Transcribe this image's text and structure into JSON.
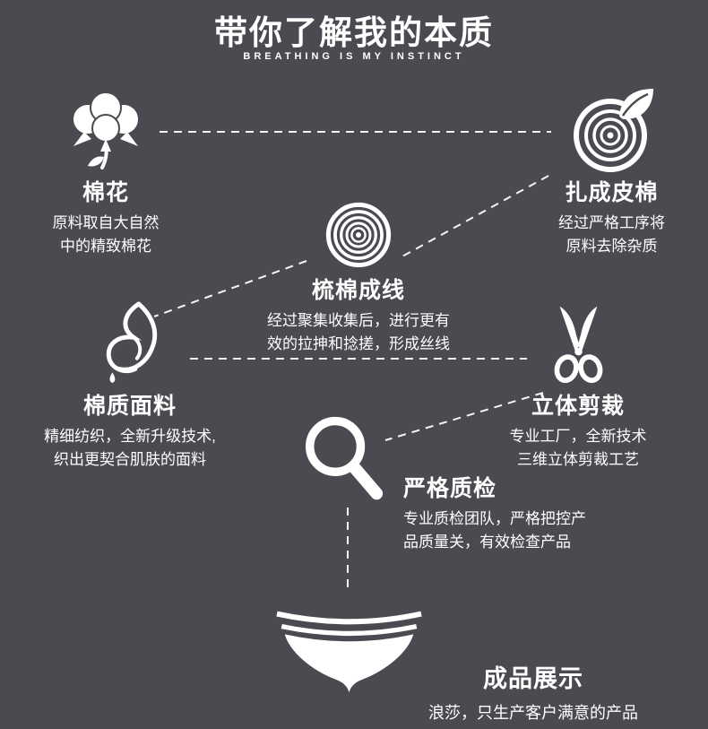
{
  "page": {
    "title": "带你了解我的本质",
    "subtitle": "BREATHING IS MY INSTINCT",
    "background_color": "#4a4a51",
    "text_color": "#ffffff"
  },
  "steps": [
    {
      "icon": "cotton-flower-icon",
      "title": "棉花",
      "desc": "原料取自大自然\n中的精致棉花"
    },
    {
      "icon": "cotton-bale-leaf-icon",
      "title": "扎成皮棉",
      "desc": "经过严格工序将\n原料去除杂质"
    },
    {
      "icon": "thread-coil-icon",
      "title": "梳棉成线",
      "desc": "经过聚集收集后，进行更有\n效的拉抻和捻搓，形成丝线"
    },
    {
      "icon": "fabric-drape-icon",
      "title": "棉质面料",
      "desc": "精细纺织，全新升级技术,\n织出更契合肌肤的面料"
    },
    {
      "icon": "scissors-icon",
      "title": "立体剪裁",
      "desc": "专业工厂，全新技术\n三维立体剪裁工艺"
    },
    {
      "icon": "magnifier-icon",
      "title": "严格质检",
      "desc": "专业质检团队，严格把控产\n品质量关，有效检查产品"
    },
    {
      "icon": "underwear-icon",
      "title": "成品展示",
      "desc": "浪莎，只生产客户满意的产品"
    }
  ]
}
